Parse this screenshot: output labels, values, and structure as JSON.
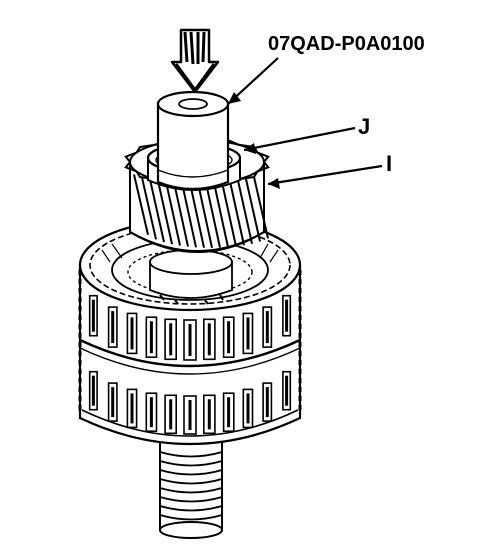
{
  "labels": {
    "tool": "07QAD-P0A0100",
    "part_j": "J",
    "part_i": "I"
  },
  "colors": {
    "ink": "#000000",
    "paper": "#ffffff",
    "shade": "#d9d9d9",
    "dark": "#555555"
  },
  "icons": {
    "press_direction": "down-arrow-icon"
  }
}
